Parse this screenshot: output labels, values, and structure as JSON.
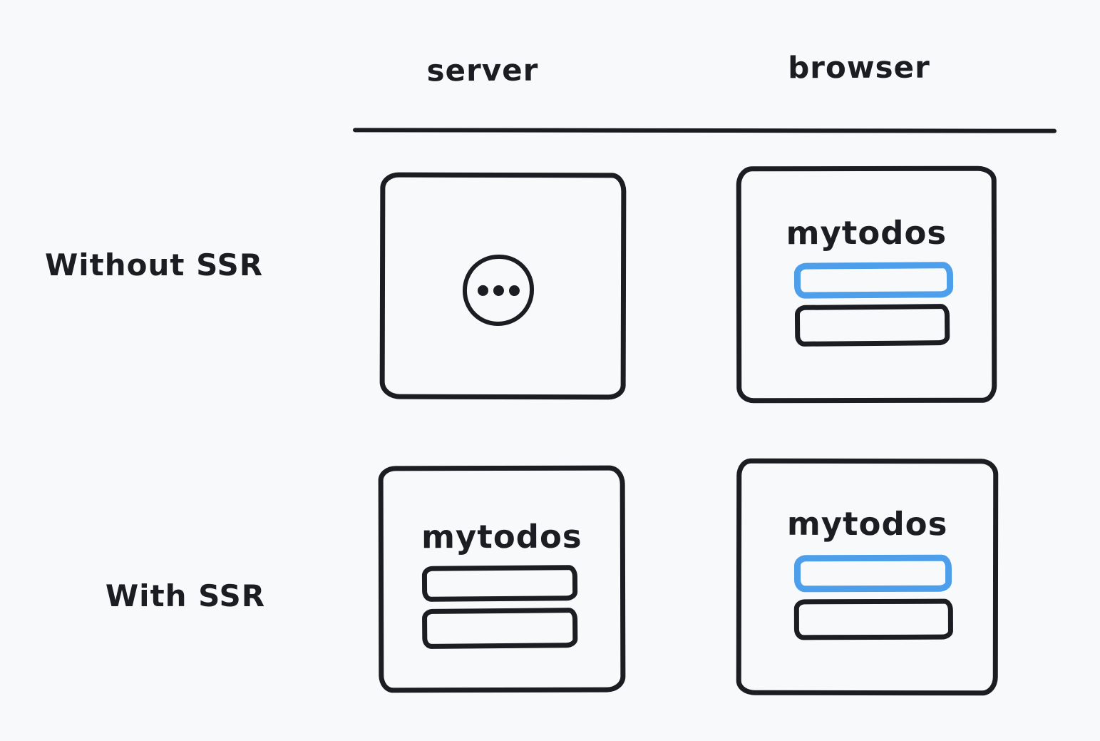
{
  "diagram": {
    "description": "Comparison of page rendering without and with server-side rendering (SSR) across server and browser",
    "colors": {
      "background": "#f8f9fb",
      "stroke": "#1b1d22",
      "accent_blue": "#4d9eeb"
    },
    "columns": [
      {
        "label": "server"
      },
      {
        "label": "browser"
      }
    ],
    "rows": [
      {
        "label": "Without SSR"
      },
      {
        "label": "With SSR"
      }
    ],
    "cells": {
      "without_ssr_server": {
        "content": "loading",
        "icon": "ellipsis-circle-icon"
      },
      "without_ssr_browser": {
        "app_title": "mytodos",
        "todo_items": [
          {
            "style": "highlighted-blue-outline"
          },
          {
            "style": "plain-black-outline"
          }
        ]
      },
      "with_ssr_server": {
        "app_title": "mytodos",
        "todo_items": [
          {
            "style": "plain-black-outline"
          },
          {
            "style": "plain-black-outline"
          }
        ]
      },
      "with_ssr_browser": {
        "app_title": "mytodos",
        "todo_items": [
          {
            "style": "highlighted-blue-outline"
          },
          {
            "style": "plain-black-outline"
          }
        ]
      }
    }
  }
}
